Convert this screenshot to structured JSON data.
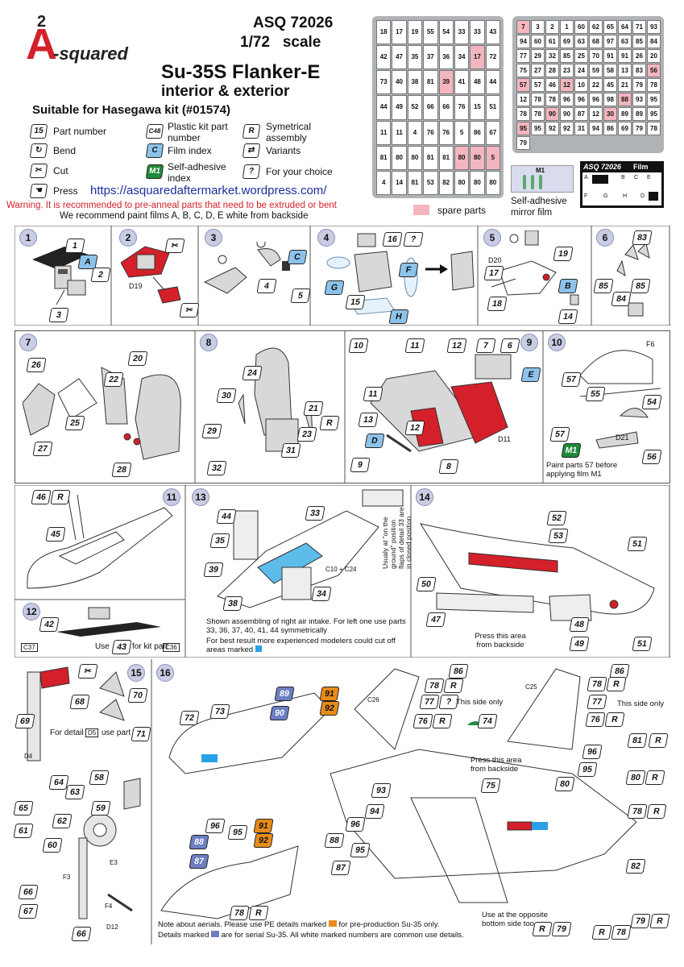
{
  "header": {
    "logo_big": "A",
    "logo_sup": "2",
    "logo_word": "-squared",
    "product_code": "ASQ 72026",
    "scale": "1/72   scale",
    "title": "Su-35S Flanker-E",
    "subtitle": "interior & exterior",
    "suitable": "Suitable for Hasegawa kit (#01574)"
  },
  "legend": {
    "items": [
      {
        "symbol": "15",
        "label": "Part number"
      },
      {
        "symbol": "bend",
        "label": "Bend"
      },
      {
        "symbol": "cut",
        "label": "Cut"
      },
      {
        "symbol": "press",
        "label": "Press"
      },
      {
        "symbol": "C48",
        "label": "Plastic kit part number"
      },
      {
        "symbol": "C",
        "label": "Film index"
      },
      {
        "symbol": "M1",
        "label": "Self-adhesive index"
      },
      {
        "symbol": "R",
        "label": "Symetrical assembly"
      },
      {
        "symbol": "variants",
        "label": "Variants"
      },
      {
        "symbol": "?",
        "label": "For your choice"
      }
    ]
  },
  "url": "https://asquaredaftermarket.wordpress.com/",
  "warning": "Warning.  It is recommended to pre-anneal parts that need to be extruded or bent",
  "recommend": "We recommend paint films A, B, C, D, E white from backside",
  "spare_label": "spare parts",
  "mirror_label": "Self-adhesive mirror film",
  "film": {
    "header": "ASQ 72026",
    "label": "Film",
    "letters": [
      "A",
      "B",
      "C",
      "E",
      "F",
      "G",
      "H",
      "D"
    ],
    "m1": "M1"
  },
  "sprue_left_parts": [
    "18",
    "17",
    "19",
    "55",
    "54",
    "33",
    "33",
    "43",
    "42",
    "47",
    "35",
    "37",
    "36",
    "34",
    "17",
    "72",
    "73",
    "40",
    "38",
    "81",
    "39",
    "41",
    "48",
    "44",
    "44",
    "49",
    "52",
    "66",
    "66",
    "76",
    "15",
    "51",
    "11",
    "11",
    "4",
    "76",
    "76",
    "5",
    "86",
    "67",
    "81",
    "80",
    "80",
    "81",
    "81",
    "80",
    "80",
    "5",
    "4",
    "14",
    "81",
    "53",
    "82",
    "80",
    "80",
    "80"
  ],
  "sprue_right_parts": [
    "7",
    "3",
    "2",
    "1",
    "60",
    "62",
    "65",
    "64",
    "71",
    "93",
    "94",
    "60",
    "61",
    "69",
    "63",
    "68",
    "97",
    "63",
    "85",
    "84",
    "77",
    "29",
    "32",
    "85",
    "25",
    "70",
    "91",
    "91",
    "26",
    "20",
    "75",
    "27",
    "28",
    "23",
    "24",
    "59",
    "58",
    "13",
    "83",
    "56",
    "57",
    "57",
    "46",
    "12",
    "10",
    "22",
    "45",
    "21",
    "79",
    "78",
    "12",
    "78",
    "78",
    "96",
    "96",
    "96",
    "98",
    "88",
    "93",
    "95",
    "78",
    "78",
    "90",
    "90",
    "87",
    "12",
    "30",
    "89",
    "89",
    "95",
    "95",
    "95",
    "92",
    "92",
    "31",
    "94",
    "86",
    "69",
    "79",
    "78",
    "79"
  ],
  "steps": [
    {
      "n": "1",
      "parts": [
        "1",
        "2",
        "3"
      ],
      "films": [
        "A"
      ]
    },
    {
      "n": "2",
      "parts": [
        "D19"
      ]
    },
    {
      "n": "3",
      "parts": [
        "4",
        "5"
      ],
      "films": [
        "C"
      ]
    },
    {
      "n": "4",
      "parts": [
        "16",
        "15"
      ],
      "films": [
        "F",
        "G",
        "H"
      ]
    },
    {
      "n": "5",
      "parts": [
        "D20",
        "19",
        "17",
        "18",
        "14"
      ],
      "films": [
        "B"
      ]
    },
    {
      "n": "6",
      "parts": [
        "83",
        "85",
        "84",
        "85"
      ]
    },
    {
      "n": "7",
      "parts": [
        "26",
        "20",
        "22",
        "25",
        "27",
        "28"
      ]
    },
    {
      "n": "8",
      "parts": [
        "24",
        "30",
        "21",
        "23",
        "29",
        "31",
        "32"
      ]
    },
    {
      "n": "9",
      "parts": [
        "10",
        "11",
        "12",
        "7",
        "6",
        "11",
        "13",
        "12",
        "D11",
        "9",
        "8"
      ],
      "films": [
        "D",
        "E"
      ]
    },
    {
      "n": "10",
      "parts": [
        "F6",
        "57",
        "55",
        "54",
        "D21",
        "56",
        "57"
      ],
      "films": [
        "M1"
      ],
      "note": "Paint parts 57 before applying film M1"
    },
    {
      "n": "11",
      "parts": [
        "46",
        "45"
      ]
    },
    {
      "n": "12",
      "parts": [
        "42",
        "C37",
        "C36"
      ],
      "note_pre": "Use",
      "note_part": "43",
      "note_post": "for kit part"
    },
    {
      "n": "13",
      "parts": [
        "44",
        "35",
        "39",
        "38",
        "33",
        "C10",
        "C24",
        "34"
      ],
      "side_note": "Usualy at \"on the ground\" position flaps of detail 33 are in closed position",
      "note1": "Shown assembling of right air intake. For left one use parts 33, 36, 37, 40, 41, 44 symmetrically",
      "note2": "For best result more experienced modelers could cut off areas marked"
    },
    {
      "n": "14",
      "parts": [
        "52",
        "53",
        "51",
        "50",
        "47",
        "48",
        "49",
        "51"
      ],
      "note": "Press this area from backside"
    },
    {
      "n": "15",
      "parts": [
        "70",
        "68",
        "69",
        "D4",
        "71"
      ],
      "note_pre": "For detail",
      "note_part1": "D5",
      "note_mid": "use part",
      "note_part2": "71"
    },
    {
      "n": "16",
      "parts": [
        "72",
        "73",
        "89",
        "90",
        "91",
        "92",
        "96",
        "95",
        "91",
        "92",
        "88",
        "87",
        "78",
        "86",
        "78",
        "77",
        "76",
        "C26",
        "74",
        "75",
        "93",
        "94",
        "96",
        "95",
        "88",
        "87",
        "C25",
        "86",
        "78",
        "77",
        "76",
        "81",
        "96",
        "95",
        "80",
        "78",
        "82",
        "79",
        "78",
        "79"
      ],
      "this_side": "This side only",
      "press_area": "Press this area from backside",
      "opposite": "Use at the opposite bottom side too",
      "aerials1": "Note about aerials. Please use PE details marked",
      "aerials2": "for pre-production Su-35 only.",
      "aerials3": "Details marked",
      "aerials4": "are for serial Su-35. All white marked numbers are common use details."
    },
    {
      "n": "",
      "parts": [
        "58",
        "64",
        "63",
        "59",
        "65",
        "62",
        "61",
        "60",
        "E3",
        "F3",
        "66",
        "67",
        "F4",
        "D12",
        "66"
      ]
    }
  ],
  "colors": {
    "red": "#d3202a",
    "blue_film": "#8dc3ea",
    "green_film": "#1f8a3a",
    "navy": "#6d7fc2",
    "orange": "#e88b1a",
    "spare": "#f4b6be"
  }
}
